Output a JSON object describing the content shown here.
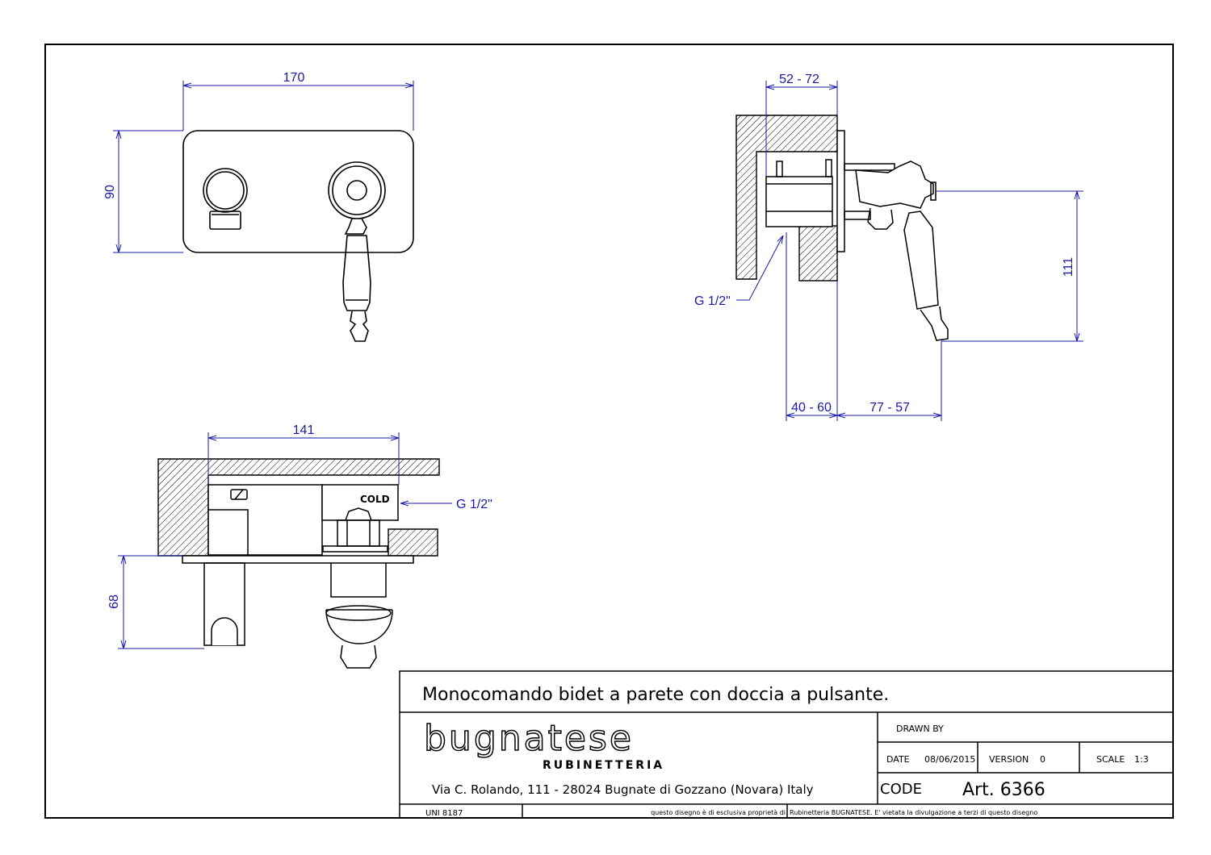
{
  "dimensions": {
    "front_width": "170",
    "front_height": "90",
    "side_depth_top": "52 - 72",
    "side_depth_bottom": "40 - 60",
    "side_projection": "77 - 57",
    "side_height": "111",
    "top_width": "141",
    "top_height": "68",
    "thread_side": "G 1/2\"",
    "thread_top": "G 1/2\""
  },
  "labels": {
    "cold": "COLD"
  },
  "title_block": {
    "title": "Monocomando bidet a parete con doccia a pulsante.",
    "brand": "bugnatese",
    "brand_sub": "RUBINETTERIA",
    "address": "Via C. Rolando, 111 - 28024 Bugnate di Gozzano (Novara) Italy",
    "drawn_by_label": "DRAWN BY",
    "date_label": "DATE",
    "date_value": "08/06/2015",
    "version_label": "VERSION",
    "version_value": "0",
    "scale_label": "SCALE",
    "scale_value": "1:3",
    "code_label": "CODE",
    "code_value": "Art. 6366",
    "standard": "UNI 8187",
    "notice_a": "questo disegno è di esclusiva proprietà di",
    "notice_b": "Rubinetteria BUGNATESE. E' vietata la divulgazione a terzi di questo disegno"
  },
  "colors": {
    "dimension": "#1a1aa6",
    "line": "#000000"
  }
}
